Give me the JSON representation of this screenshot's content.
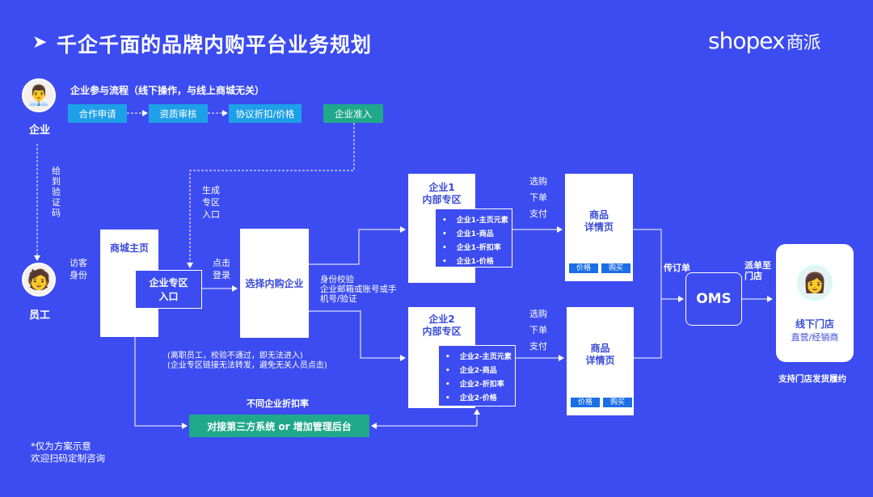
{
  "header": {
    "title": "千企千面的品牌内购平台业务规划",
    "logo": "shopex",
    "logo_cn": "商派"
  },
  "enterprise": {
    "label": "企业",
    "flow_title": "企业参与流程（线下操作，与线上商城无关）",
    "steps": [
      "合作申请",
      "资质审核",
      "协议折扣/价格",
      "企业准入"
    ],
    "give_code": "给到验证码",
    "generate": "生成专区入口"
  },
  "employee": {
    "label": "员工",
    "visitor": "访客身份"
  },
  "mall": {
    "home": "商城主页",
    "entry": "企业专区入口",
    "click_login": "点击登录",
    "select": "选择内购企业",
    "verify": "身份校验\n企业邮箱或账号或手机号/验证",
    "note1": "(离职员工，校验不通过，即无法进入)",
    "note2": "(企业专区链接无法转发，避免无关人员点击)"
  },
  "zones": [
    {
      "title": "企业1",
      "subtitle": "内部专区",
      "items": [
        "企业1-主页元素",
        "企业1-商品",
        "企业1-折扣率",
        "企业1-价格"
      ]
    },
    {
      "title": "企业2",
      "subtitle": "内部专区",
      "items": [
        "企业2-主页元素",
        "企业2-商品",
        "企业2-折扣率",
        "企业2-价格"
      ]
    }
  ],
  "shop_steps": [
    "选购",
    "下单",
    "支付"
  ],
  "detail": {
    "title1": "商品",
    "title2": "详情页",
    "price": "价格",
    "buy": "购买"
  },
  "oms": {
    "label": "OMS",
    "pass_order": "传订单",
    "dispatch": "派单至门店"
  },
  "store": {
    "title": "线下门店",
    "sub": "直营/经销商",
    "caption": "支持门店发货履约"
  },
  "bottom": {
    "discount": "不同企业折扣率",
    "system": "对接第三方系统 or 增加管理后台"
  },
  "footnote": {
    "line1": "*仅为方案示意",
    "line2": "欢迎扫码定制咨询"
  }
}
